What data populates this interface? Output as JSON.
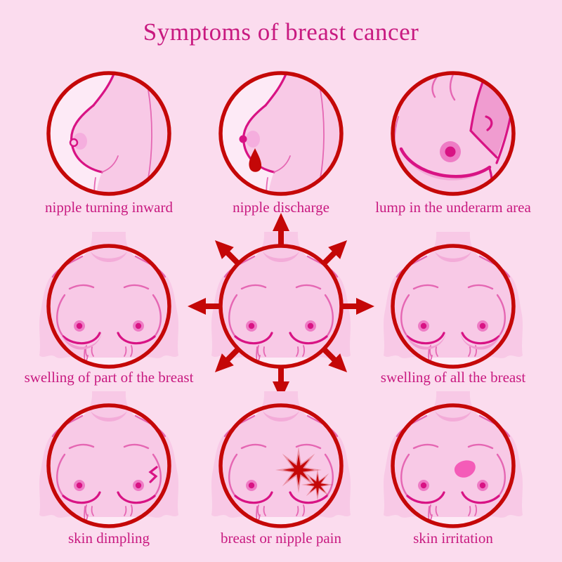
{
  "title": "Symptoms of breast cancer",
  "cells": [
    {
      "id": "nipple-turning-inward",
      "label": "nipple turning inward"
    },
    {
      "id": "nipple-discharge",
      "label": "nipple discharge"
    },
    {
      "id": "lump-in-underarm-area",
      "label": "lump in the underarm area"
    },
    {
      "id": "swelling-of-part-of-breast",
      "label": "swelling of part of the breast"
    },
    {
      "id": "center-torso-with-arrows",
      "label": ""
    },
    {
      "id": "swelling-of-all-breast",
      "label": "swelling of all the breast"
    },
    {
      "id": "skin-dimpling",
      "label": "skin dimpling"
    },
    {
      "id": "breast-or-nipple-pain",
      "label": "breast or nipple pain"
    },
    {
      "id": "skin-irritation",
      "label": "skin irritation"
    }
  ],
  "center_arrows": {
    "count": 8,
    "directions": [
      "up",
      "up-right",
      "right",
      "down-right",
      "down",
      "down-left",
      "left",
      "up-left"
    ]
  },
  "colors": {
    "background": "#fbdcee",
    "circle_fill": "#fdeaf6",
    "ring": "#c50808",
    "body": "#f8c9e6",
    "body_shade": "#f3abd8",
    "swell": "#f09cd0",
    "outline": "#e567b3",
    "outline_dark": "#d81384",
    "areola": "#ee7cc5",
    "areola_light": "#f5aede",
    "red": "#c40707",
    "patch": "#f45cb8",
    "label": "#c81a80"
  }
}
